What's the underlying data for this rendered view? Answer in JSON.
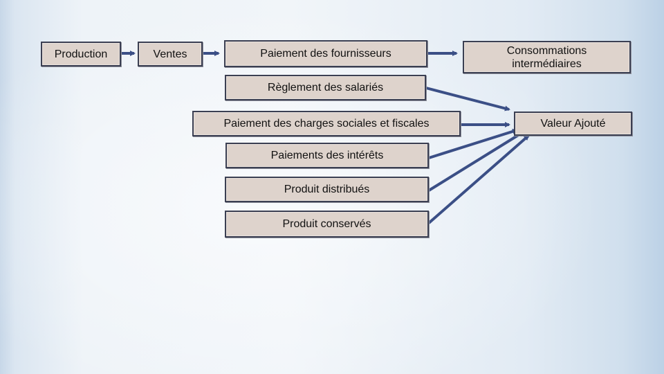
{
  "diagram": {
    "nodes": {
      "production": "Production",
      "ventes": "Ventes",
      "paiement_fournisseurs": "Paiement des fournisseurs",
      "consommations": "Consommations\nintermédiaires",
      "reglement_salaries": "Règlement des salariés",
      "charges_sociales": "Paiement des charges sociales et fiscales",
      "valeur_ajoute": "Valeur Ajouté",
      "interets": "Paiements des intérêts",
      "produit_distribues": "Produit distribués",
      "produit_conserves": "Produit conservés"
    },
    "arrow_color": "#3b4f86"
  }
}
